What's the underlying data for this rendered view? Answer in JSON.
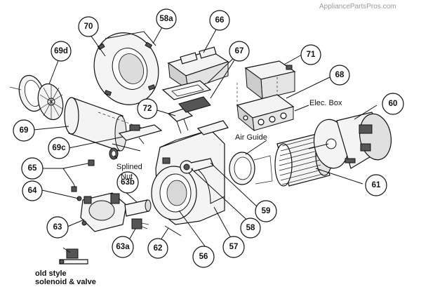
{
  "watermark": "AppliancePartsPros.com",
  "callouts": [
    {
      "id": "70",
      "label": "70"
    },
    {
      "id": "58a",
      "label": "58a"
    },
    {
      "id": "66",
      "label": "66"
    },
    {
      "id": "69d",
      "label": "69d"
    },
    {
      "id": "67",
      "label": "67"
    },
    {
      "id": "71",
      "label": "71"
    },
    {
      "id": "68",
      "label": "68"
    },
    {
      "id": "60",
      "label": "60"
    },
    {
      "id": "72",
      "label": "72"
    },
    {
      "id": "69",
      "label": "69"
    },
    {
      "id": "69c",
      "label": "69c"
    },
    {
      "id": "65",
      "label": "65"
    },
    {
      "id": "63b",
      "label": "63b"
    },
    {
      "id": "64",
      "label": "64"
    },
    {
      "id": "63",
      "label": "63"
    },
    {
      "id": "63a",
      "label": "63a"
    },
    {
      "id": "62",
      "label": "62"
    },
    {
      "id": "56",
      "label": "56"
    },
    {
      "id": "57",
      "label": "57"
    },
    {
      "id": "58",
      "label": "58"
    },
    {
      "id": "59",
      "label": "59"
    },
    {
      "id": "61",
      "label": "61"
    }
  ],
  "text_labels": {
    "elec_box": "Elec. Box",
    "air_guide": "Air Guide",
    "splined_line1": "Splined",
    "splined_line2": "Nut",
    "old_style_line1": "old style",
    "old_style_line2": "solenoid & valve"
  }
}
